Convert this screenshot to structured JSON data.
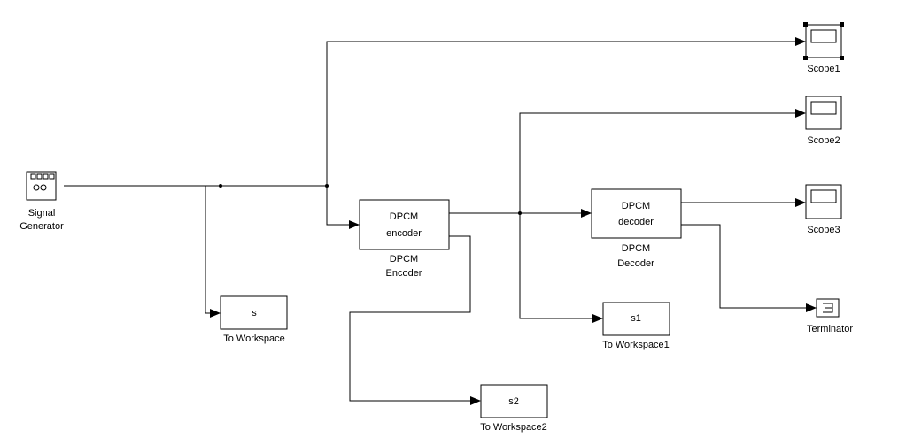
{
  "blocks": {
    "signal_generator": {
      "name_line1": "Signal",
      "name_line2": "Generator"
    },
    "dpcm_encoder": {
      "inner_line1": "DPCM",
      "inner_line2": "encoder",
      "name_line1": "DPCM",
      "name_line2": "Encoder"
    },
    "dpcm_decoder": {
      "inner_line1": "DPCM",
      "inner_line2": "decoder",
      "name_line1": "DPCM",
      "name_line2": "Decoder"
    },
    "to_workspace": {
      "variable": "s",
      "name": "To Workspace"
    },
    "to_workspace1": {
      "variable": "s1",
      "name": "To Workspace1"
    },
    "to_workspace2": {
      "variable": "s2",
      "name": "To Workspace2"
    },
    "scope1": {
      "name": "Scope1"
    },
    "scope2": {
      "name": "Scope2"
    },
    "scope3": {
      "name": "Scope3"
    },
    "terminator": {
      "name": "Terminator"
    }
  }
}
